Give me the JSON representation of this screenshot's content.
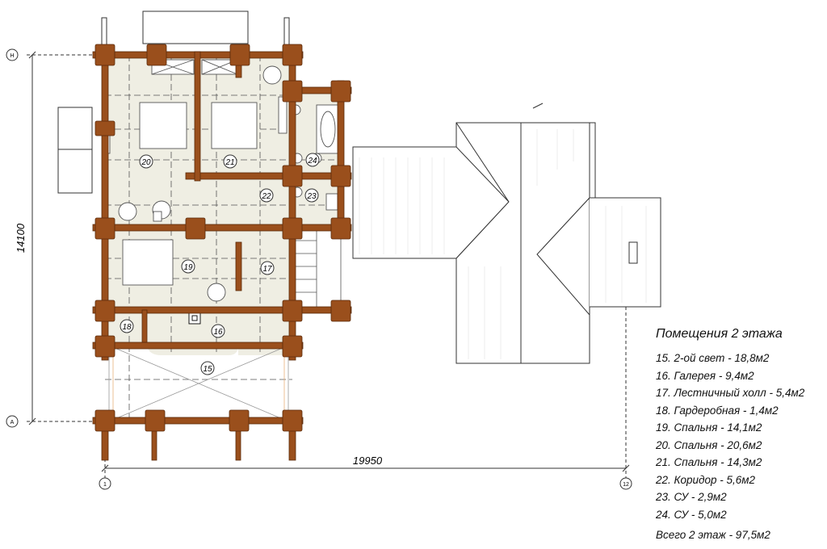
{
  "dimensions": {
    "height_label": "14100",
    "width_label": "19950"
  },
  "axes": {
    "top": "Н",
    "bottom": "А",
    "left": "1",
    "right": "12"
  },
  "rooms": [
    {
      "num": "15",
      "name": "2-ой свет",
      "area": "18,8м2"
    },
    {
      "num": "16",
      "name": "Галерея",
      "area": "9,4м2"
    },
    {
      "num": "17",
      "name": "Лестничный холл",
      "area": "5,4м2"
    },
    {
      "num": "18",
      "name": "Гардеробная",
      "area": "1,4м2"
    },
    {
      "num": "19",
      "name": "Спальня",
      "area": "14,1м2"
    },
    {
      "num": "20",
      "name": "Спальня",
      "area": "20,6м2"
    },
    {
      "num": "21",
      "name": "Спальня",
      "area": "14,3м2"
    },
    {
      "num": "22",
      "name": "Коридор",
      "area": "5,6м2"
    },
    {
      "num": "23",
      "name": "СУ",
      "area": "2,9м2"
    },
    {
      "num": "24",
      "name": "СУ",
      "area": "5,0м2"
    }
  ],
  "legend": {
    "title": "Помещения 2 этажа",
    "items": [
      "15. 2-ой свет - 18,8м2",
      "16. Галерея - 9,4м2",
      "17. Лестничный холл - 5,4м2",
      "18. Гардеробная - 1,4м2",
      "19. Спальня - 14,1м2",
      "20. Спальня - 20,6м2",
      "21. Спальня - 14,3м2",
      "22. Коридор - 5,6м2",
      "23. СУ - 2,9м2",
      "24. СУ - 5,0м2"
    ],
    "total": "Всего 2 этаж - 97,5м2"
  },
  "colors": {
    "log": "#9a4f1c",
    "floor": "#efeee3",
    "line": "#444444"
  }
}
